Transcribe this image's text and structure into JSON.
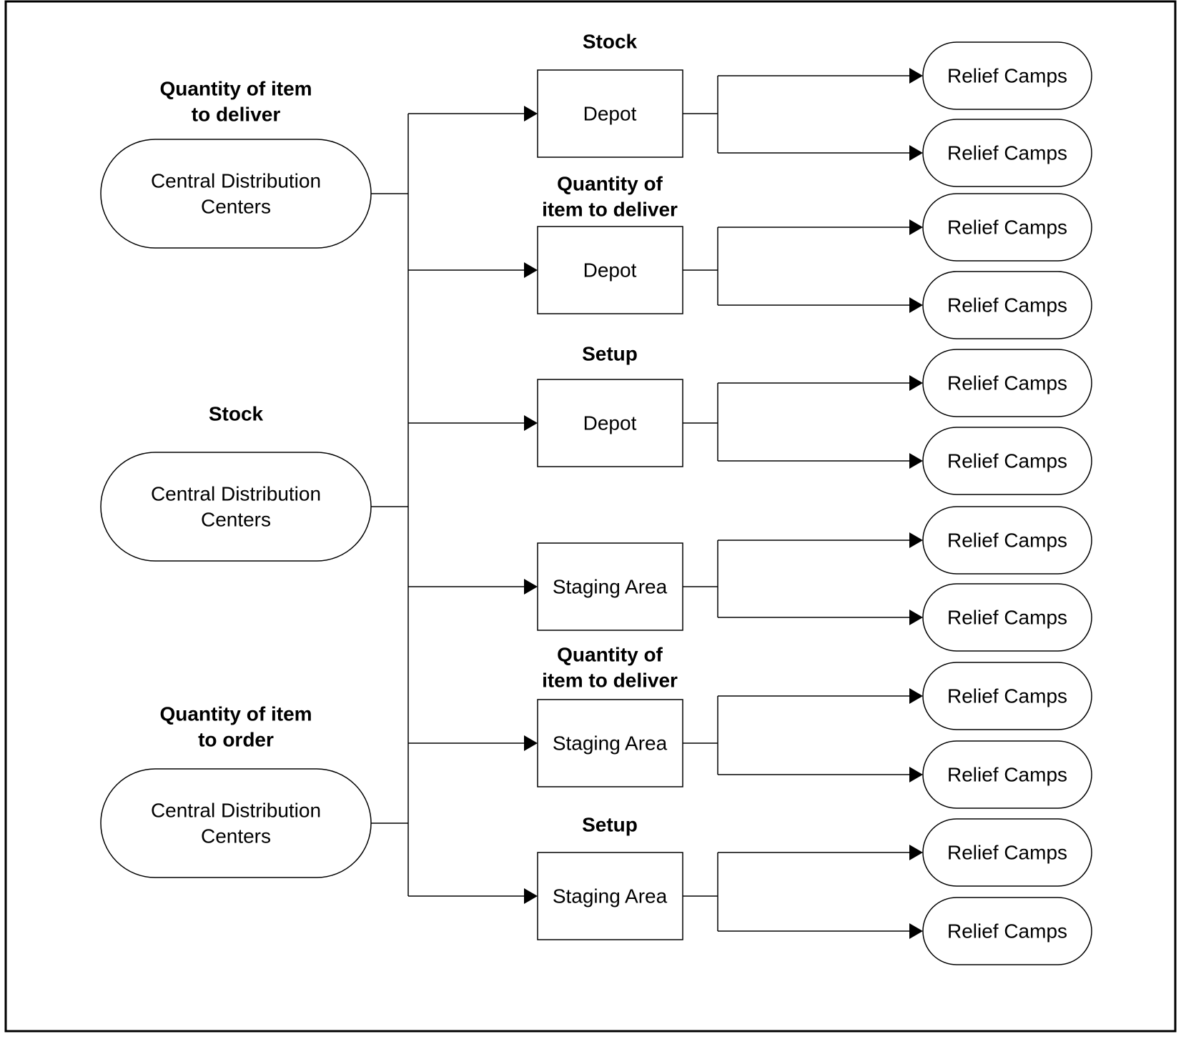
{
  "diagram": {
    "centers": [
      {
        "label": [
          "Central Distribution",
          "Centers"
        ],
        "caption": [
          "Quantity of item",
          "to deliver"
        ]
      },
      {
        "label": [
          "Central Distribution",
          "Centers"
        ],
        "caption": [
          "Stock"
        ]
      },
      {
        "label": [
          "Central Distribution",
          "Centers"
        ],
        "caption": [
          "Quantity of item",
          "to order"
        ]
      }
    ],
    "facilities": [
      {
        "label": "Depot",
        "caption": [
          "Stock"
        ]
      },
      {
        "label": "Depot",
        "caption": [
          "Quantity of",
          "item to deliver"
        ]
      },
      {
        "label": "Depot",
        "caption": [
          "Setup"
        ]
      },
      {
        "label": "Staging Area",
        "caption": []
      },
      {
        "label": "Staging Area",
        "caption": [
          "Quantity of",
          "item to deliver"
        ]
      },
      {
        "label": "Staging Area",
        "caption": [
          "Setup"
        ]
      }
    ],
    "camp_label": "Relief Camps",
    "camps_per_facility": 2
  }
}
